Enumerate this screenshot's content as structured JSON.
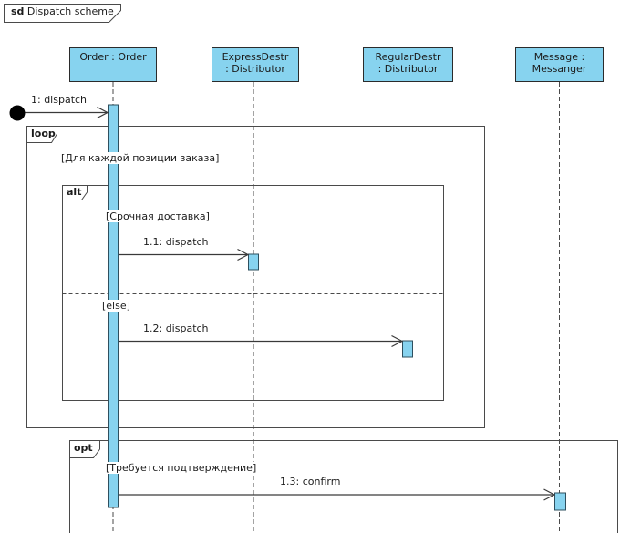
{
  "diagram": {
    "title": {
      "keyword": "sd",
      "name": "Dispatch scheme"
    },
    "lifelines": [
      {
        "id": "order",
        "lines": [
          "Order : Order"
        ]
      },
      {
        "id": "express",
        "lines": [
          "ExpressDestr",
          ": Distributor"
        ]
      },
      {
        "id": "regular",
        "lines": [
          "RegularDestr",
          ": Distributor"
        ]
      },
      {
        "id": "message",
        "lines": [
          "Message :",
          "Messanger"
        ]
      }
    ],
    "fragments": {
      "loop": {
        "operator": "loop",
        "guard": "[Для каждой позиции заказа]"
      },
      "alt": {
        "operator": "alt",
        "guard_if": "[Срочная доставка]",
        "guard_else": "[else]"
      },
      "opt": {
        "operator": "opt",
        "guard": "[Требуется подтверждение]"
      }
    },
    "messages": {
      "m1": {
        "label": "1: dispatch"
      },
      "m1_1": {
        "label": "1.1: dispatch"
      },
      "m1_2": {
        "label": "1.2: dispatch"
      },
      "m1_3": {
        "label": "1.3: confirm"
      }
    },
    "colors": {
      "element_fill": "#87D3EF",
      "frame_border": "#4a4a4a"
    }
  }
}
